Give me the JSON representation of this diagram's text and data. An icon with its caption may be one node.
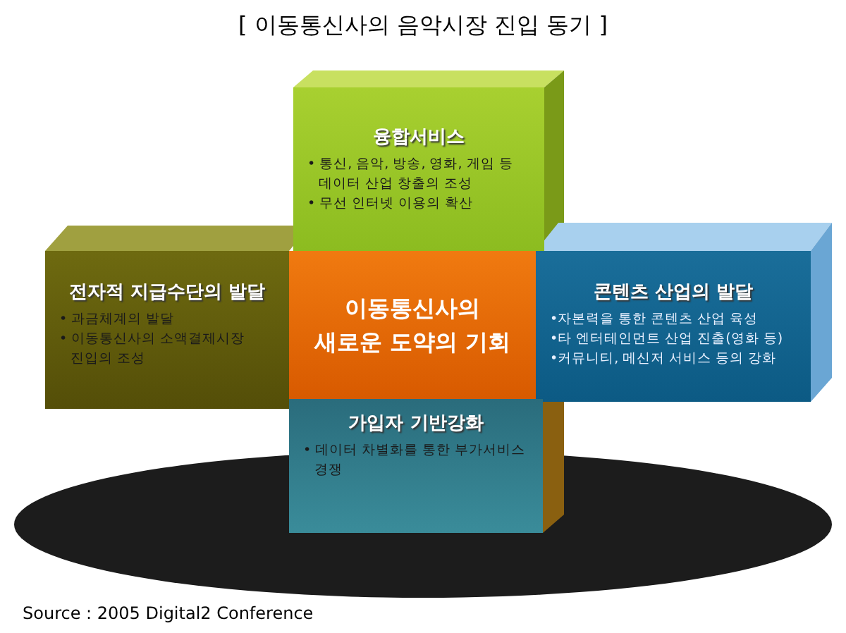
{
  "diagram": {
    "title": "[ 이동통신사의 음악시장 진입 동기 ]",
    "nodes": [
      {
        "text": [
          "융합서비스",
          "• 통신, 음악, 방송, 영화, 게임 등 데이터 산업 창출의 조성",
          "• 무선 인터넷 이용의 확산"
        ]
      },
      {
        "text": [
          "전자적 지급수단의 발달",
          "• 과금체계의 발달",
          "• 이동통신사의 소액결제시장 진입의 조성"
        ]
      },
      {
        "text": [
          "이동통신사의 새로운 도약의 기회"
        ]
      },
      {
        "text": [
          "콘텐츠 산업의 발달",
          "•자본력을 통한 콘텐츠 산업 육성",
          "•타 엔터테인먼트 산업 진출(영화 등)",
          "•커뮤니티, 메신저 서비스 등의 강화"
        ]
      },
      {
        "text": [
          "가입자 기반강화",
          "• 데이터 차별화를 통한 부가서비스 경쟁"
        ]
      }
    ],
    "caption": "Source : 2005 Digital2 Conference"
  }
}
